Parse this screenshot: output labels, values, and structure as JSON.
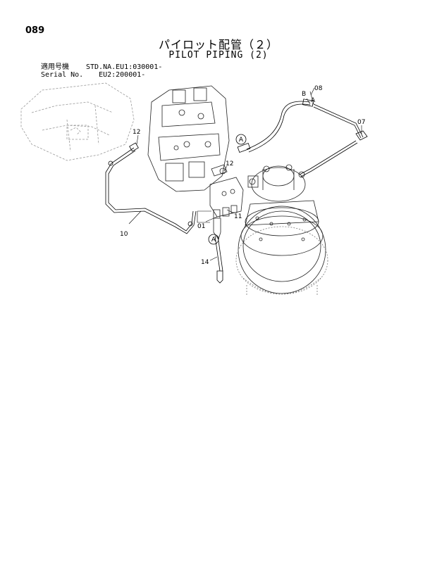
{
  "page_number": "089",
  "title_jp": "パイロット配管（２）",
  "title_en": "PILOT PIPING (2)",
  "serial": {
    "label_jp": "適用号機",
    "label_en": "Serial No.",
    "std": "STD.NA.EU1:030001-",
    "eu2": "EU2:200001-"
  },
  "callouts": {
    "c08": "08",
    "b": "B",
    "a": "A",
    "c07": "07",
    "c12a": "12",
    "c12b": "12",
    "c11": "11",
    "c01": "01",
    "c10": "10",
    "c14": "14",
    "circle_a1": "A",
    "circle_a2": "A"
  }
}
